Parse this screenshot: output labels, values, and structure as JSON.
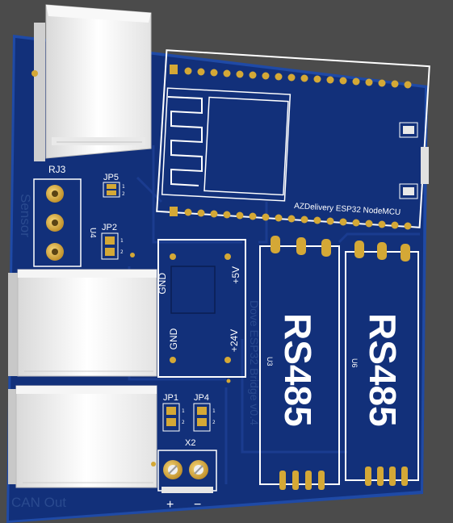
{
  "board": {
    "background_color": "#4b4b4b",
    "pcb_color": "#12307a",
    "pcb_edge_color": "#1f4aa6",
    "pad_color": "#d4a836",
    "connector_color": "#f2f2f2"
  },
  "labels": {
    "rj3": "RJ3",
    "jp5": "JP5",
    "jp2": "JP2",
    "jp1": "JP1",
    "jp4": "JP4",
    "u4": "U4",
    "u3": "U3",
    "u6": "U6",
    "x2": "X2",
    "pin1": "1",
    "pin2": "2",
    "mcu": "AZDelivery ESP32 NodeMCU",
    "rs485_left": "RS485",
    "rs485_right": "RS485",
    "gnd_top": "GND",
    "plus5v": "+5V",
    "gnd_bottom": "GND",
    "plus24v": "+24V",
    "board_name": "Dove ESP32 Bridge v0.4",
    "sensor": "Sensor",
    "can_out": "CAN Out",
    "terminal_plus": "+",
    "terminal_minus": "−"
  }
}
